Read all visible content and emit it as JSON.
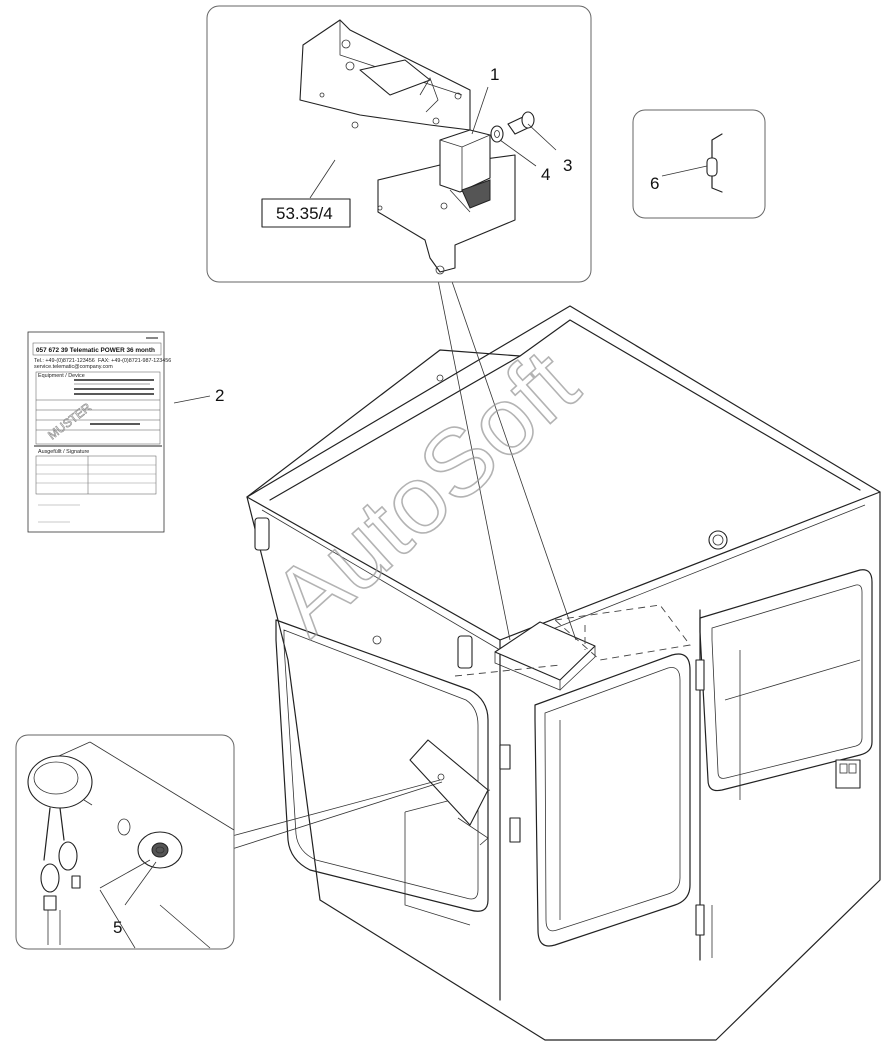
{
  "callouts": {
    "c1": "1",
    "c2": "2",
    "c3": "3",
    "c4": "4",
    "c5": "5",
    "c6": "6"
  },
  "reference_box": "53.35/4",
  "watermark": "AutoSoft",
  "document": {
    "title": "057 672 39 Telematic POWER 36 month",
    "line_phone": "Tel.: +49-(0)8721-123456",
    "line_fax": "FAX: +49-(0)8721-987-123456",
    "line_email": "service.telematic@company.com",
    "section1": "Equipment / Device",
    "section2": "Ausgefüllt / Signature",
    "stamp": "MUSTER"
  }
}
